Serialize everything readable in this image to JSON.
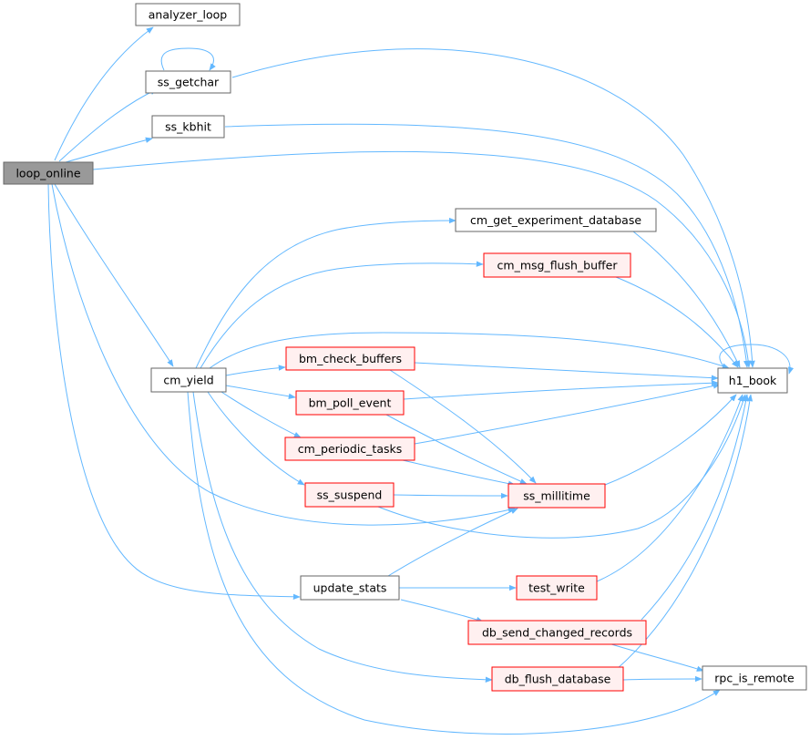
{
  "colors": {
    "edge": "#63b8ff",
    "focus_fill": "#999999",
    "focus_border": "#666666",
    "normal_fill": "#ffffff",
    "normal_border": "#666666",
    "highlight_fill": "#fff0f0",
    "highlight_border": "#ff0000",
    "text": "#000000"
  },
  "nodes": [
    {
      "id": "loop_online",
      "label": "loop_online",
      "style": "focus"
    },
    {
      "id": "analyzer_loop",
      "label": "analyzer_loop",
      "style": "normal"
    },
    {
      "id": "ss_getchar",
      "label": "ss_getchar",
      "style": "normal"
    },
    {
      "id": "ss_kbhit",
      "label": "ss_kbhit",
      "style": "normal"
    },
    {
      "id": "cm_yield",
      "label": "cm_yield",
      "style": "normal"
    },
    {
      "id": "h1_book",
      "label": "h1_book",
      "style": "normal"
    },
    {
      "id": "cm_get_experiment_database",
      "label": "cm_get_experiment_database",
      "style": "normal"
    },
    {
      "id": "cm_msg_flush_buffer",
      "label": "cm_msg_flush_buffer",
      "style": "highlight"
    },
    {
      "id": "bm_check_buffers",
      "label": "bm_check_buffers",
      "style": "highlight"
    },
    {
      "id": "bm_poll_event",
      "label": "bm_poll_event",
      "style": "highlight"
    },
    {
      "id": "cm_periodic_tasks",
      "label": "cm_periodic_tasks",
      "style": "highlight"
    },
    {
      "id": "ss_suspend",
      "label": "ss_suspend",
      "style": "highlight"
    },
    {
      "id": "ss_millitime",
      "label": "ss_millitime",
      "style": "highlight"
    },
    {
      "id": "update_stats",
      "label": "update_stats",
      "style": "normal"
    },
    {
      "id": "test_write",
      "label": "test_write",
      "style": "highlight"
    },
    {
      "id": "db_send_changed_records",
      "label": "db_send_changed_records",
      "style": "highlight"
    },
    {
      "id": "db_flush_database",
      "label": "db_flush_database",
      "style": "highlight"
    },
    {
      "id": "rpc_is_remote",
      "label": "rpc_is_remote",
      "style": "normal"
    }
  ]
}
